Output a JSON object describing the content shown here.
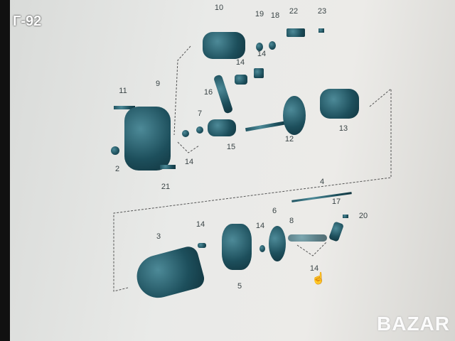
{
  "watermark_top": "Г-92",
  "watermark_bottom": "BAZAR",
  "part_labels": [
    "10",
    "19",
    "18",
    "22",
    "23",
    "14",
    "14",
    "9",
    "11",
    "16",
    "7",
    "15",
    "12",
    "13",
    "2",
    "14",
    "21",
    "4",
    "17",
    "6",
    "20",
    "8",
    "14",
    "14",
    "3",
    "5",
    "14"
  ],
  "colors": {
    "part": "#1d4f5c",
    "background": "#e9eae8"
  }
}
